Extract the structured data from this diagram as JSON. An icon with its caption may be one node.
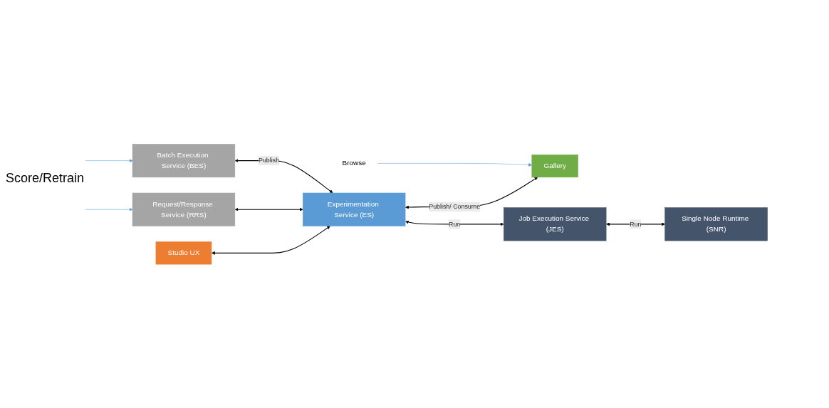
{
  "diagram": {
    "nodes": [
      {
        "text": [
          "Studio UX"
        ]
      },
      {
        "text": [
          "Request/Response Service (RRS)"
        ]
      },
      {
        "text": [
          "Experimentation Service (ES)"
        ]
      },
      {
        "text": [
          "Gallery"
        ]
      },
      {
        "text": [
          "Batch Execution Service (BES)"
        ]
      },
      {
        "text": [
          "Job Execution Service (JES)"
        ]
      },
      {
        "text": [
          "Single Node Runtime (SNR)"
        ]
      },
      {
        "text": [
          "Browse"
        ]
      }
    ],
    "edges": [
      {
        "from": 0,
        "to": 2,
        "arrow": "both"
      },
      {
        "from": 1,
        "to": 2,
        "arrow": "both"
      },
      {
        "from": 4,
        "to": 2,
        "arrow": "both",
        "label": "Publish"
      },
      {
        "from": 2,
        "to": 3,
        "arrow": "both",
        "label": "Publish/ Consume"
      },
      {
        "from": 7,
        "to": 3,
        "arrow": "to",
        "color": "#5b9bd5"
      },
      {
        "from": null,
        "to": 1,
        "arrow": "to",
        "color": "#5b9bd5"
      },
      {
        "from": null,
        "to": 4,
        "arrow": "to",
        "color": "#5b9bd5"
      },
      {
        "from": 2,
        "to": 5,
        "arrow": "both",
        "label": "Run"
      },
      {
        "from": 5,
        "to": 6,
        "arrow": "both",
        "label": "Run"
      }
    ],
    "labels": [
      "Score/Retrain"
    ]
  }
}
